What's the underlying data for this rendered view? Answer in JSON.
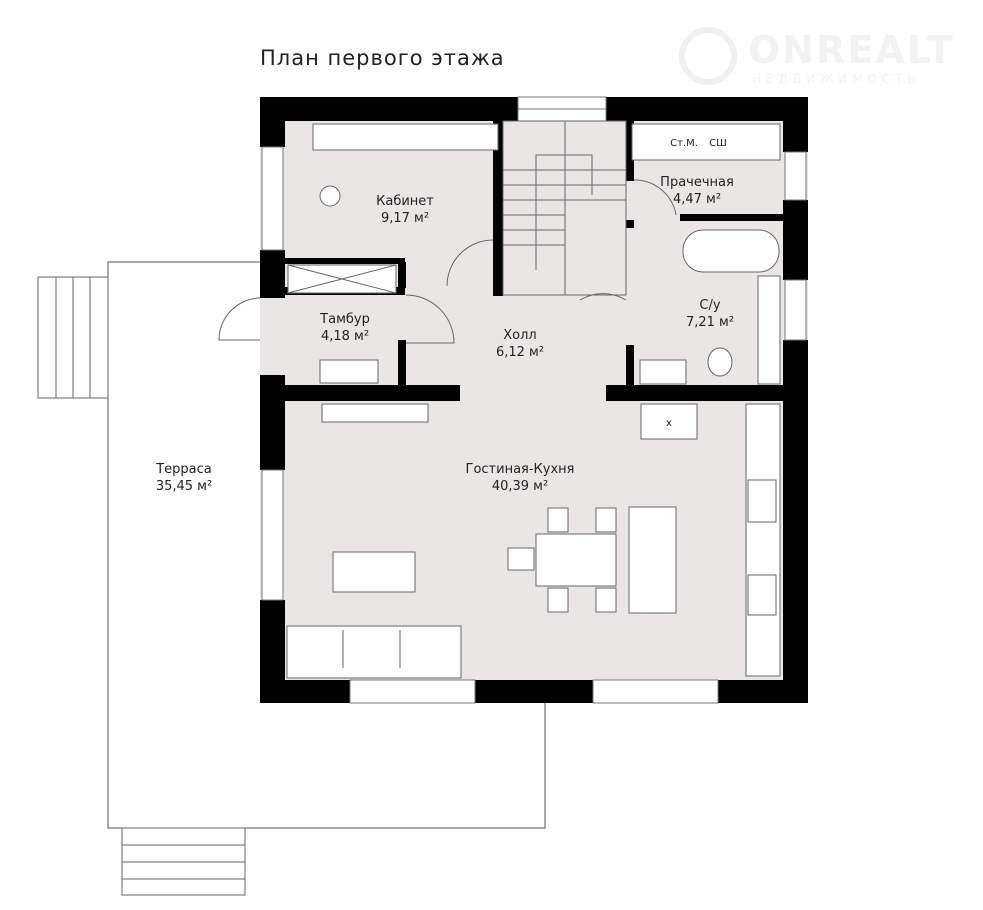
{
  "title": "План первого этажа",
  "logo": {
    "name": "ONREALT",
    "tagline": "НЕДВИЖИМОСТЬ"
  },
  "rooms": [
    {
      "name": "Кабинет",
      "area": "9,17 м²"
    },
    {
      "name": "Прачечная",
      "area": "4,47 м²"
    },
    {
      "name": "Тамбур",
      "area": "4,18 м²"
    },
    {
      "name": "Холл",
      "area": "6,12 м²"
    },
    {
      "name": "С/у",
      "area": "7,21 м²"
    },
    {
      "name": "Терраса",
      "area": "35,45 м²"
    },
    {
      "name": "Гостиная-Кухня",
      "area": "40,39 м²"
    }
  ],
  "appliances": {
    "washer": "Ст.М.",
    "dryer": "СШ",
    "fridge": "x"
  }
}
